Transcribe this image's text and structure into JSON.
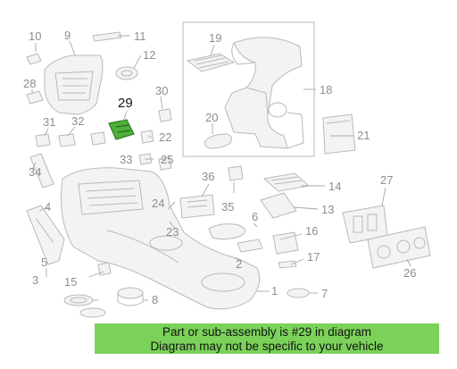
{
  "diagram": {
    "highlight_color": "#4caf3a",
    "callouts": {
      "c1": "1",
      "c2": "2",
      "c3": "3",
      "c4": "4",
      "c5": "5",
      "c6": "6",
      "c7": "7",
      "c8": "8",
      "c9": "9",
      "c10": "10",
      "c11": "11",
      "c12": "12",
      "c13": "13",
      "c14": "14",
      "c15": "15",
      "c16": "16",
      "c17": "17",
      "c18": "18",
      "c19": "19",
      "c20": "20",
      "c21": "21",
      "c22": "22",
      "c23": "23",
      "c24": "24",
      "c25": "25",
      "c26": "26",
      "c27": "27",
      "c28": "28",
      "c29": "29",
      "c30": "30",
      "c31": "31",
      "c32": "32",
      "c33": "33",
      "c34": "34",
      "c35": "35",
      "c36": "36"
    }
  },
  "banner": {
    "line1": "Part or sub-assembly is #29 in diagram",
    "line2": "Diagram may not be specific to your vehicle",
    "background": "#7bd25a"
  }
}
